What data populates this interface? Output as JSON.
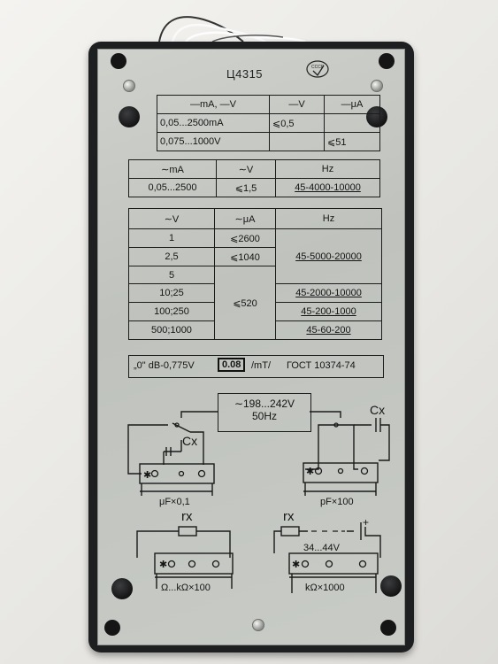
{
  "device": {
    "model": "Ц4315",
    "logo_text": "СССР"
  },
  "table_dc": {
    "headers": [
      "—mA, —V",
      "—V",
      "—μA"
    ],
    "rows": [
      [
        "0,05...2500mA",
        "⩽0,5",
        ""
      ],
      [
        "0,075...1000V",
        "",
        "⩽51"
      ]
    ]
  },
  "table_ac_ma": {
    "headers": [
      "∼mA",
      "∼V",
      "Hz"
    ],
    "rows": [
      [
        "0,05...2500",
        "⩽1,5",
        "45-4000-10000"
      ]
    ]
  },
  "table_ac_v": {
    "headers": [
      "∼V",
      "∼μA",
      "Hz"
    ],
    "rows": [
      [
        "1",
        "⩽2600",
        ""
      ],
      [
        "2,5",
        "⩽1040",
        "45-5000-20000"
      ],
      [
        "5",
        "",
        ""
      ],
      [
        "10;25",
        "⩽520",
        "45-2000-10000"
      ],
      [
        "100;250",
        "",
        "45-200-1000"
      ],
      [
        "500;1000",
        "",
        "45-60-200"
      ]
    ]
  },
  "db_line": {
    "db_text": "„0\" dB-0,775V",
    "sensitivity": "0.08",
    "unit": "/mT/",
    "standard": "ГОСТ 10374-74"
  },
  "supply": {
    "voltage": "∼198...242V",
    "frequency": "50Hz"
  },
  "circuits": {
    "cap_left_label": "Cx",
    "cap_left_scale": "μF×0,1",
    "cap_right_label": "Cx",
    "cap_right_scale": "pF×100",
    "res_left_label": "rx",
    "res_left_scale": "Ω...kΩ×100",
    "res_right_label": "rx",
    "res_right_voltage": "34...44V",
    "res_right_scale": "kΩ×1000",
    "star": "✱",
    "plus": "+"
  }
}
